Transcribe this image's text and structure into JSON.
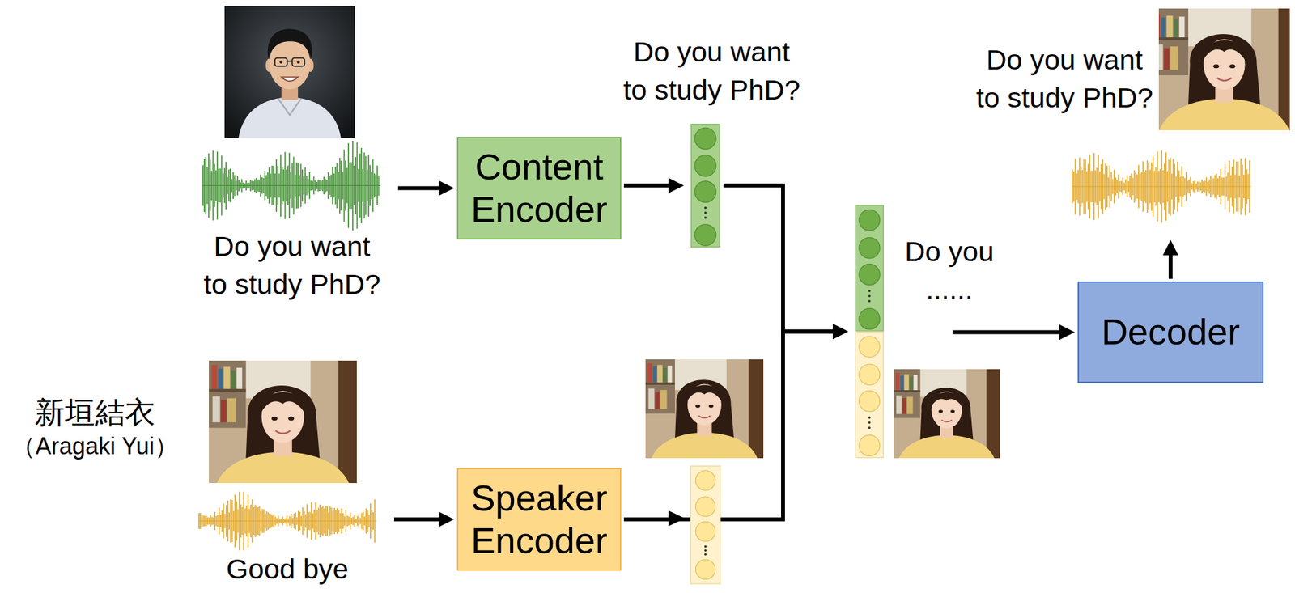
{
  "diagram": {
    "nodes": [
      {
        "text": [
          "Do you want to study PhD?"
        ]
      },
      {
        "text": [
          "Content Encoder"
        ]
      },
      {
        "text": [
          "Do you want to study PhD?"
        ]
      },
      {
        "text": [
          "Good bye"
        ]
      },
      {
        "text": [
          "Speaker Encoder"
        ]
      },
      {
        "text": [
          "Do you ......"
        ]
      },
      {
        "text": [
          "Decoder"
        ]
      },
      {
        "text": [
          "Do you want to study PhD?"
        ]
      }
    ],
    "edges": [
      {
        "from": 0,
        "to": 1,
        "arrow": "to"
      },
      {
        "from": 1,
        "to": 2,
        "arrow": "to"
      },
      {
        "from": 3,
        "to": 4,
        "arrow": "to"
      },
      {
        "from": 2,
        "to": 5,
        "arrow": "to"
      },
      {
        "from": 4,
        "to": 5,
        "arrow": "to"
      },
      {
        "from": 5,
        "to": 6,
        "arrow": "to"
      },
      {
        "from": 6,
        "to": 7,
        "arrow": "to"
      }
    ],
    "labels": [
      "新垣結衣",
      "（Aragaki Yui）"
    ]
  }
}
